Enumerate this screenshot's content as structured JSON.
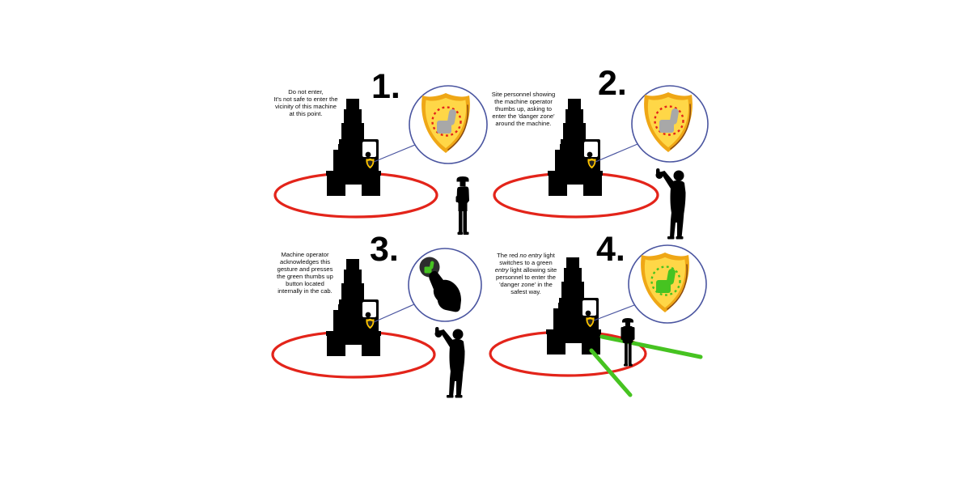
{
  "steps": [
    {
      "number": "1.",
      "caption": "Do not enter,\nIt's not safe to enter the\nvicinity of this machine\nat this point.",
      "magnifier_icon": "shield-gray-thumb-no-entry-icon"
    },
    {
      "number": "2.",
      "caption": "Site personnel showing\nthe machine operator\nthumbs up, asking to\nenter the 'danger zone'\naround the machine.",
      "magnifier_icon": "shield-gray-thumb-no-entry-icon"
    },
    {
      "number": "3.",
      "caption": "Machine operator\nacknowledges this\ngesture and presses\nthe green thumbs up\nbutton located\ninternally in the cab.",
      "magnifier_icon": "hand-pressing-green-thumb-button-icon"
    },
    {
      "number": "4.",
      "caption_segments": [
        {
          "text": "The red "
        },
        {
          "text": "no entry",
          "italic": true
        },
        {
          "text": " light\nswitches to a green\n"
        },
        {
          "text": "entry",
          "italic": true
        },
        {
          "text": " light allowing site\npersonnel to enter the\n'danger zone' in the\nsafest way."
        }
      ],
      "magnifier_icon": "shield-green-thumb-entry-icon"
    }
  ],
  "colors": {
    "danger_red": "#e3241a",
    "entry_green": "#46c321",
    "shield_gold": "#efa716",
    "shield_yellow": "#ffd747",
    "shield_edge": "#8a4a10",
    "ring_blue": "#4a55a0",
    "thumb_gray": "#a8a8a8",
    "button_dark": "#2d2d2d"
  }
}
